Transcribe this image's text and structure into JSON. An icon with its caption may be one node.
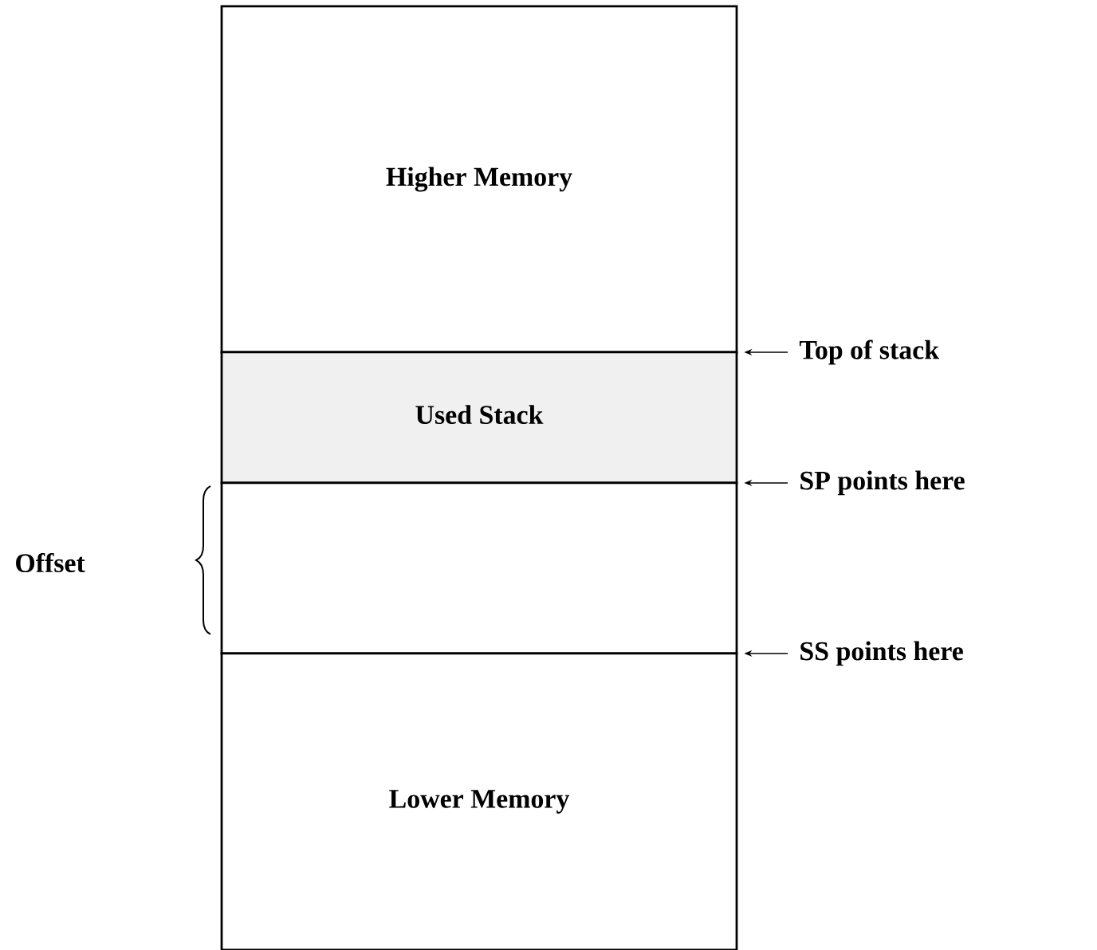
{
  "diagram": {
    "nodes": [
      {
        "text": [
          "Higher Memory"
        ]
      },
      {
        "text": [
          "Used Stack"
        ]
      },
      {
        "text": [],
        "shape": "box"
      },
      {
        "text": [
          "Lower Memory"
        ]
      },
      {
        "text": [
          "Top of stack"
        ]
      },
      {
        "text": [
          "SP points here"
        ]
      },
      {
        "text": [
          "SS points here"
        ]
      }
    ],
    "edges": [
      {
        "from": 4,
        "to": 1,
        "arrow": "to"
      },
      {
        "from": 5,
        "to": 1,
        "arrow": "to"
      },
      {
        "from": 6,
        "to": 2,
        "arrow": "to"
      }
    ],
    "labels": [
      "Offset"
    ]
  }
}
